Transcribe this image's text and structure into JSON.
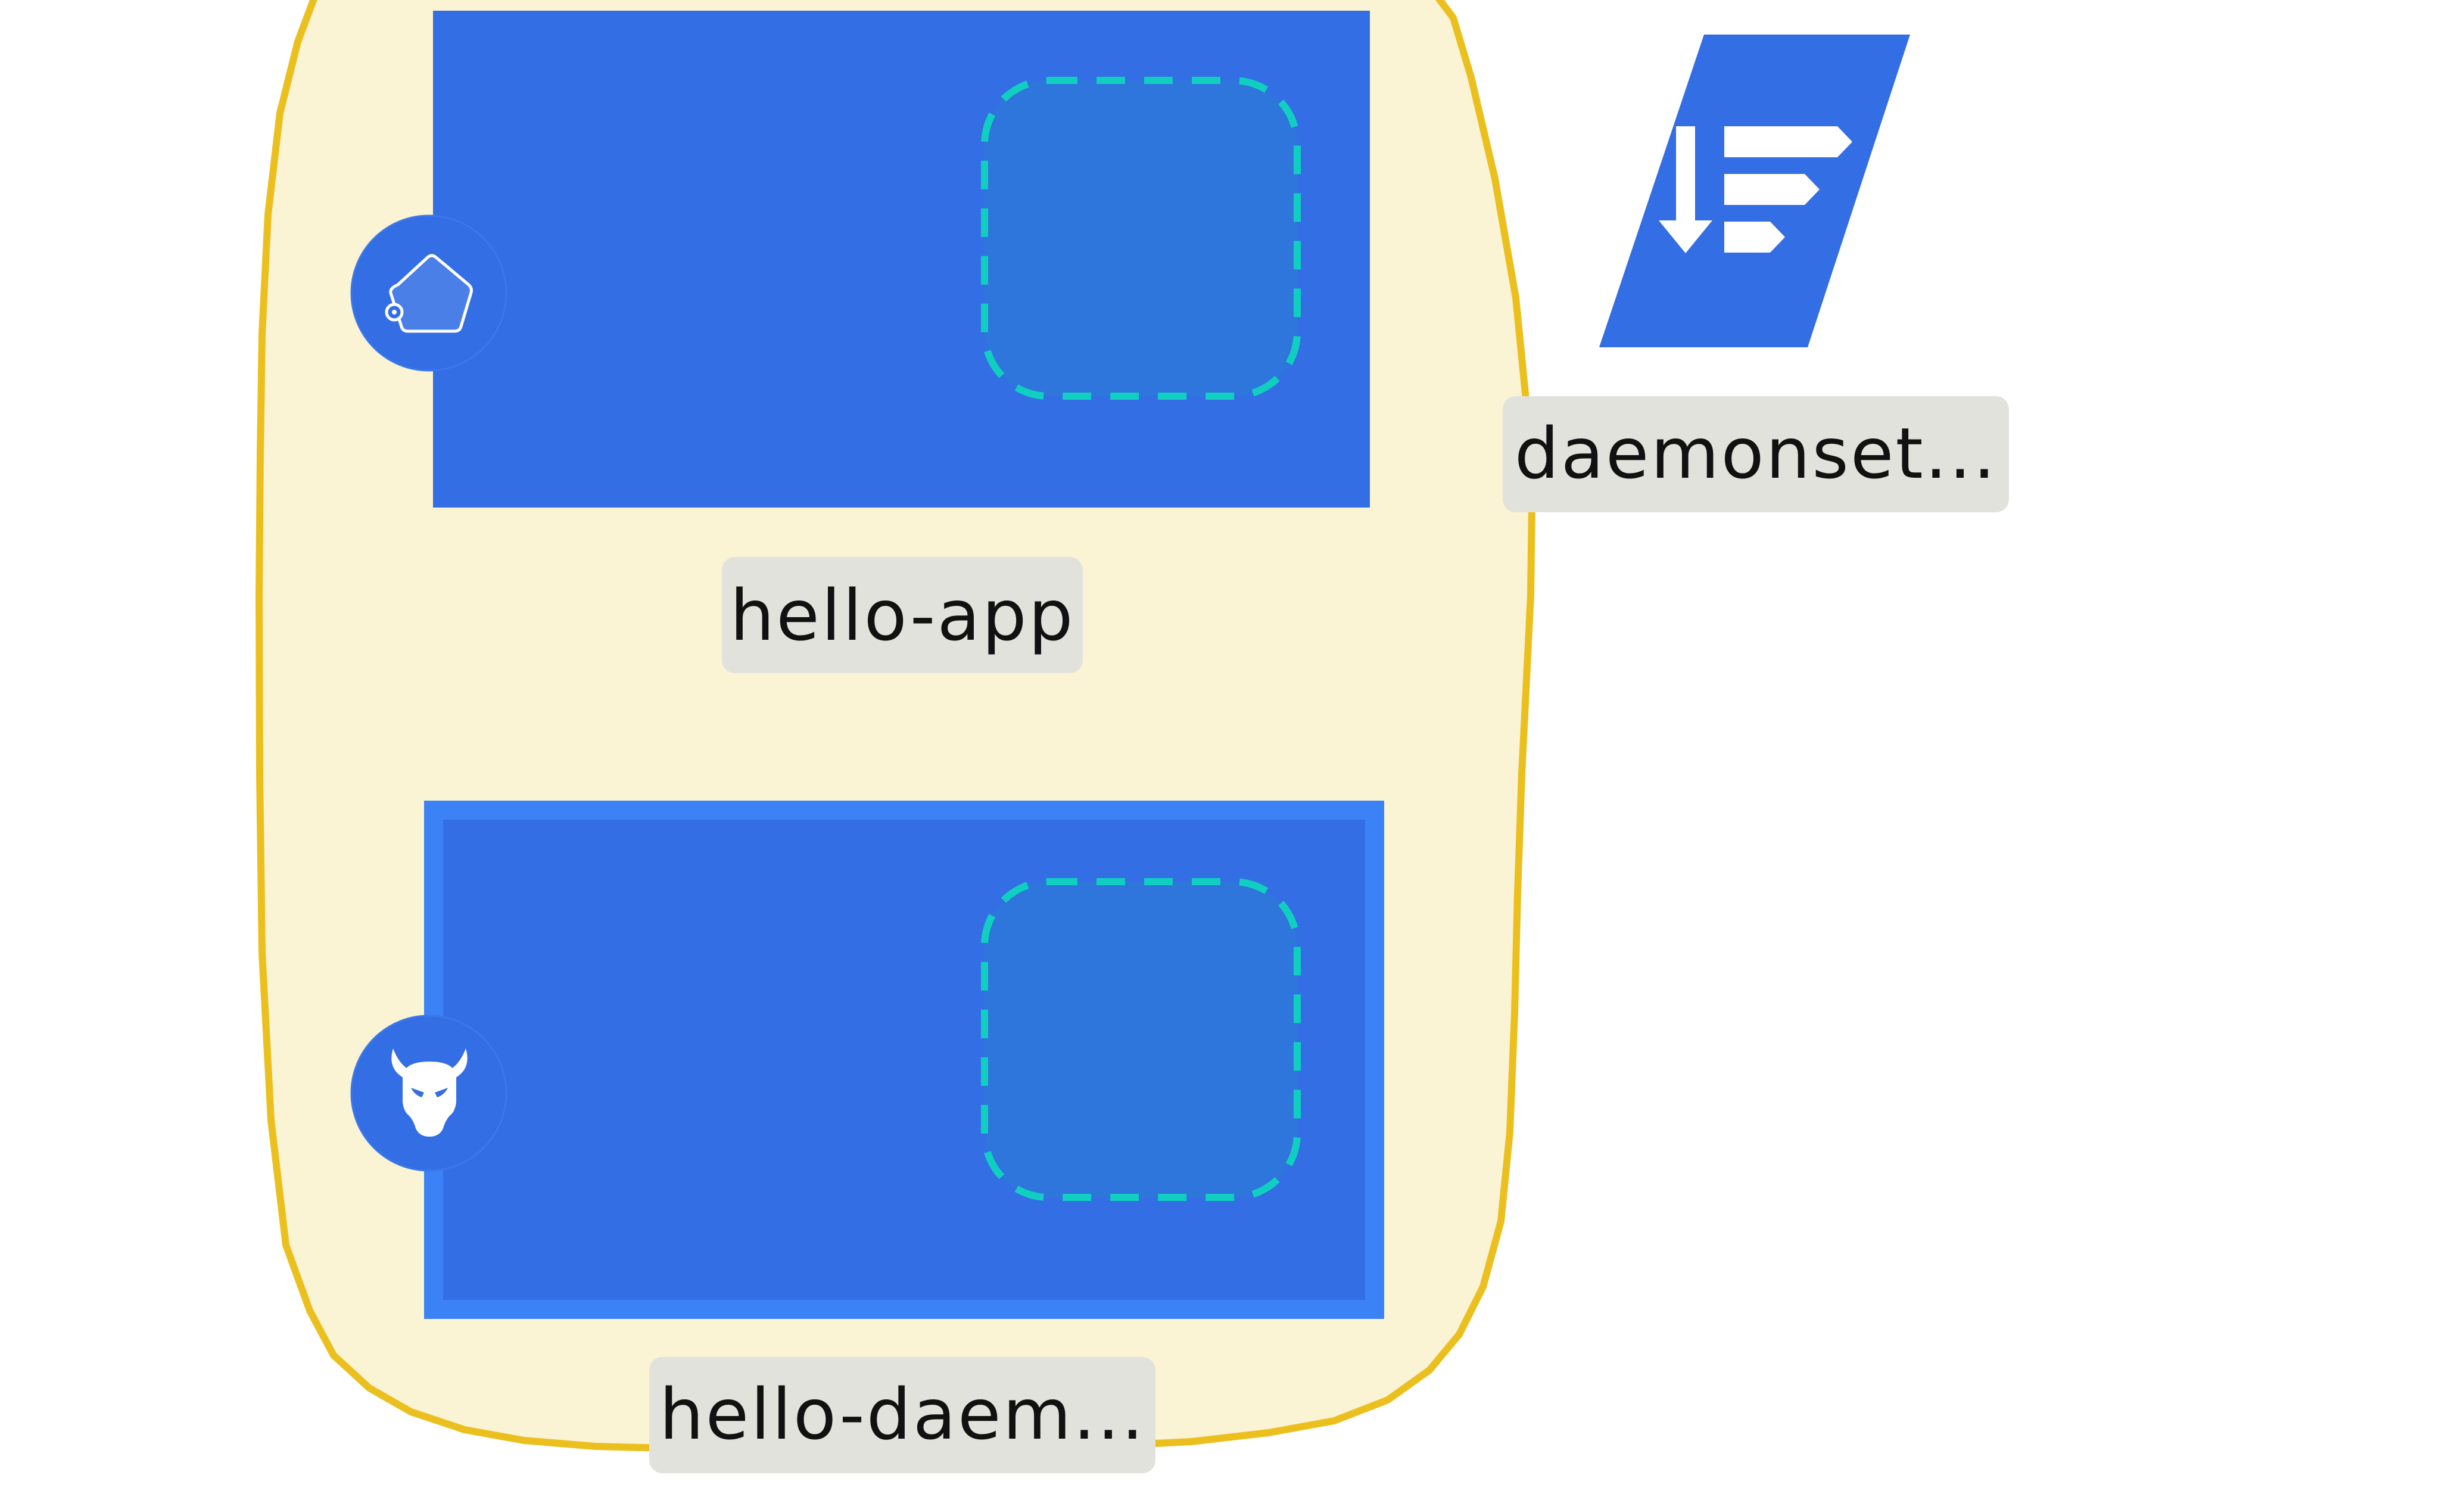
{
  "colors": {
    "background": "#ffffff",
    "namespace_fill": "#faf3d4",
    "namespace_stroke": "#ebc01e",
    "block_fill": "#336ee4",
    "block_border_selected": "#3b82f6",
    "inner_box_fill": "#2e75dc",
    "inner_box_dash": "#10cfc1",
    "icon_circle": "#336ee4",
    "label_background": "#e2e2dc",
    "label_text": "#111111",
    "daemonset_shape": "#336ee4"
  },
  "nodes": [
    {
      "id": "hello-app",
      "label": "hello-app",
      "icon": "pentagon-tag-icon",
      "selected": false
    },
    {
      "id": "hello-daemonset",
      "label": "hello-daem...",
      "icon": "daemon-head-icon",
      "selected": true
    }
  ],
  "legend": {
    "label": "daemonset...",
    "icon": "daemonset-list-icon"
  }
}
